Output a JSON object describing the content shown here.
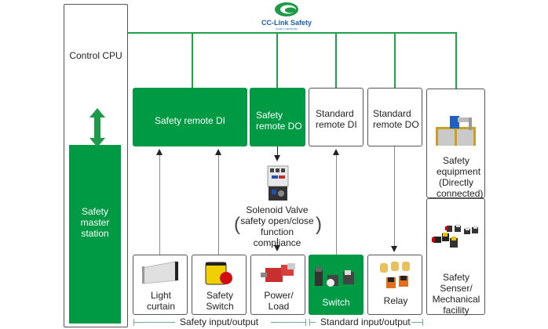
{
  "logo": {
    "text": "CC-Link Safety",
    "subtext": "SAFETY NETWORK"
  },
  "control": {
    "cpu_label": "Control CPU",
    "master_label": "Safety master station"
  },
  "modules": {
    "safety_di": "Safety remote DI",
    "safety_do": "Safety remote DO",
    "standard_di": "Standard remote DI",
    "standard_do": "Standard remote DO",
    "safety_equipment": "Safety equipment (Directly connected)",
    "safety_sensor": "Safety Senser/ Mechanical facility"
  },
  "solenoid": {
    "title": "Solenoid Valve",
    "line2": "safety open/close",
    "line3": "function compliance"
  },
  "devices": {
    "light_curtain": "Light curtain",
    "safety_switch": "Safety Switch",
    "power_load": "Power/ Load",
    "switch": "Switch",
    "relay": "Relay"
  },
  "legend": {
    "safety_io": "Safety input/output",
    "standard_io": "Standard input/output"
  },
  "colors": {
    "accent": "#009a44",
    "network_line": "#1fa34a",
    "logo_blue": "#1c5fb0"
  }
}
